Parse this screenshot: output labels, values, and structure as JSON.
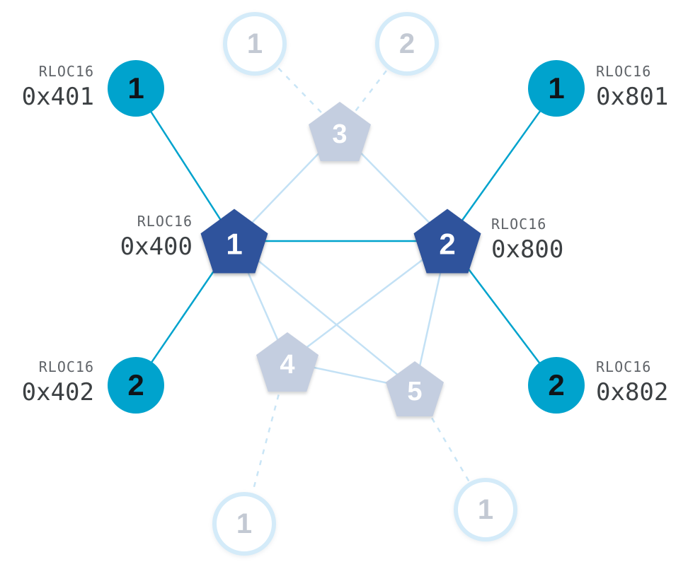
{
  "colors": {
    "router_active_fill": "#2f539c",
    "router_inactive_fill": "#c4cee0",
    "child_active_fill": "#00a3cd",
    "child_inactive_border": "#d4ebf9",
    "link_active": "#00a3cd",
    "link_inactive": "#c3e1f5",
    "rloc_label_text": "#5f6368",
    "address_text": "#3c4043"
  },
  "routers": {
    "r1": {
      "number": "1",
      "rloc_label": "RLOC16",
      "address": "0x400"
    },
    "r2": {
      "number": "2",
      "rloc_label": "RLOC16",
      "address": "0x800"
    },
    "r3": {
      "number": "3"
    },
    "r4": {
      "number": "4"
    },
    "r5": {
      "number": "5"
    }
  },
  "children": {
    "top_left": {
      "number": "1",
      "rloc_label": "RLOC16",
      "address": "0x401"
    },
    "top_right": {
      "number": "1",
      "rloc_label": "RLOC16",
      "address": "0x801"
    },
    "bottom_left": {
      "number": "2",
      "rloc_label": "RLOC16",
      "address": "0x402"
    },
    "bottom_right": {
      "number": "2",
      "rloc_label": "RLOC16",
      "address": "0x802"
    },
    "faded_top_left": {
      "number": "1"
    },
    "faded_top_right": {
      "number": "2"
    },
    "faded_bottom_left": {
      "number": "1"
    },
    "faded_bottom_right": {
      "number": "1"
    }
  }
}
